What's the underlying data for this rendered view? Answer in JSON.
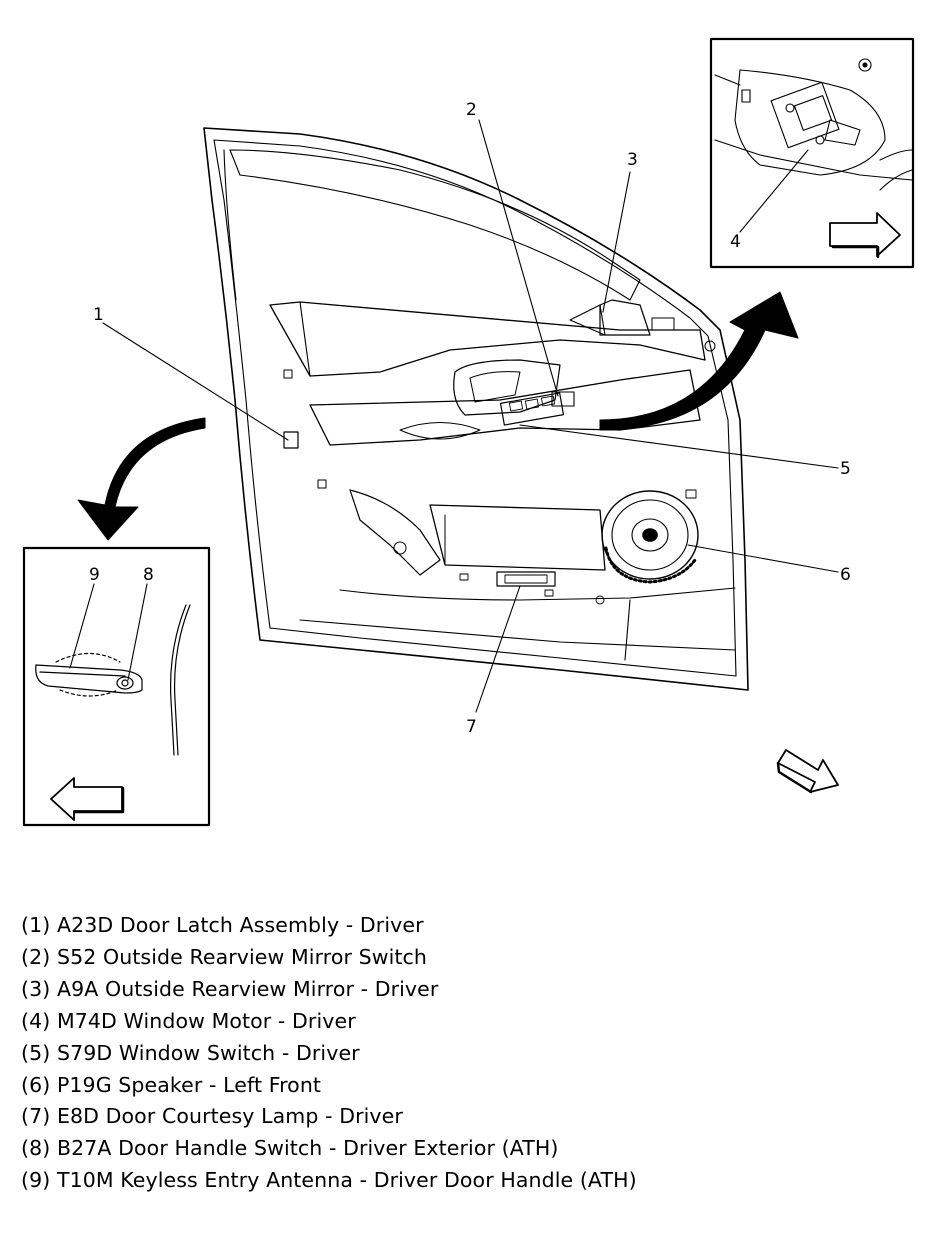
{
  "callouts": {
    "c1": "1",
    "c2": "2",
    "c3": "3",
    "c4": "4",
    "c5": "5",
    "c6": "6",
    "c7": "7",
    "c8": "8",
    "c9": "9"
  },
  "legend": [
    "(1) A23D Door Latch Assembly - Driver",
    "(2) S52 Outside Rearview Mirror Switch",
    "(3) A9A Outside Rearview Mirror - Driver",
    "(4) M74D Window Motor - Driver",
    "(5) S79D Window Switch - Driver",
    "(6) P19G Speaker - Left Front",
    "(7) E8D Door Courtesy Lamp - Driver",
    "(8) B27A Door Handle Switch - Driver Exterior (ATH)",
    "(9) T10M Keyless Entry Antenna - Driver Door Handle (ATH)"
  ]
}
